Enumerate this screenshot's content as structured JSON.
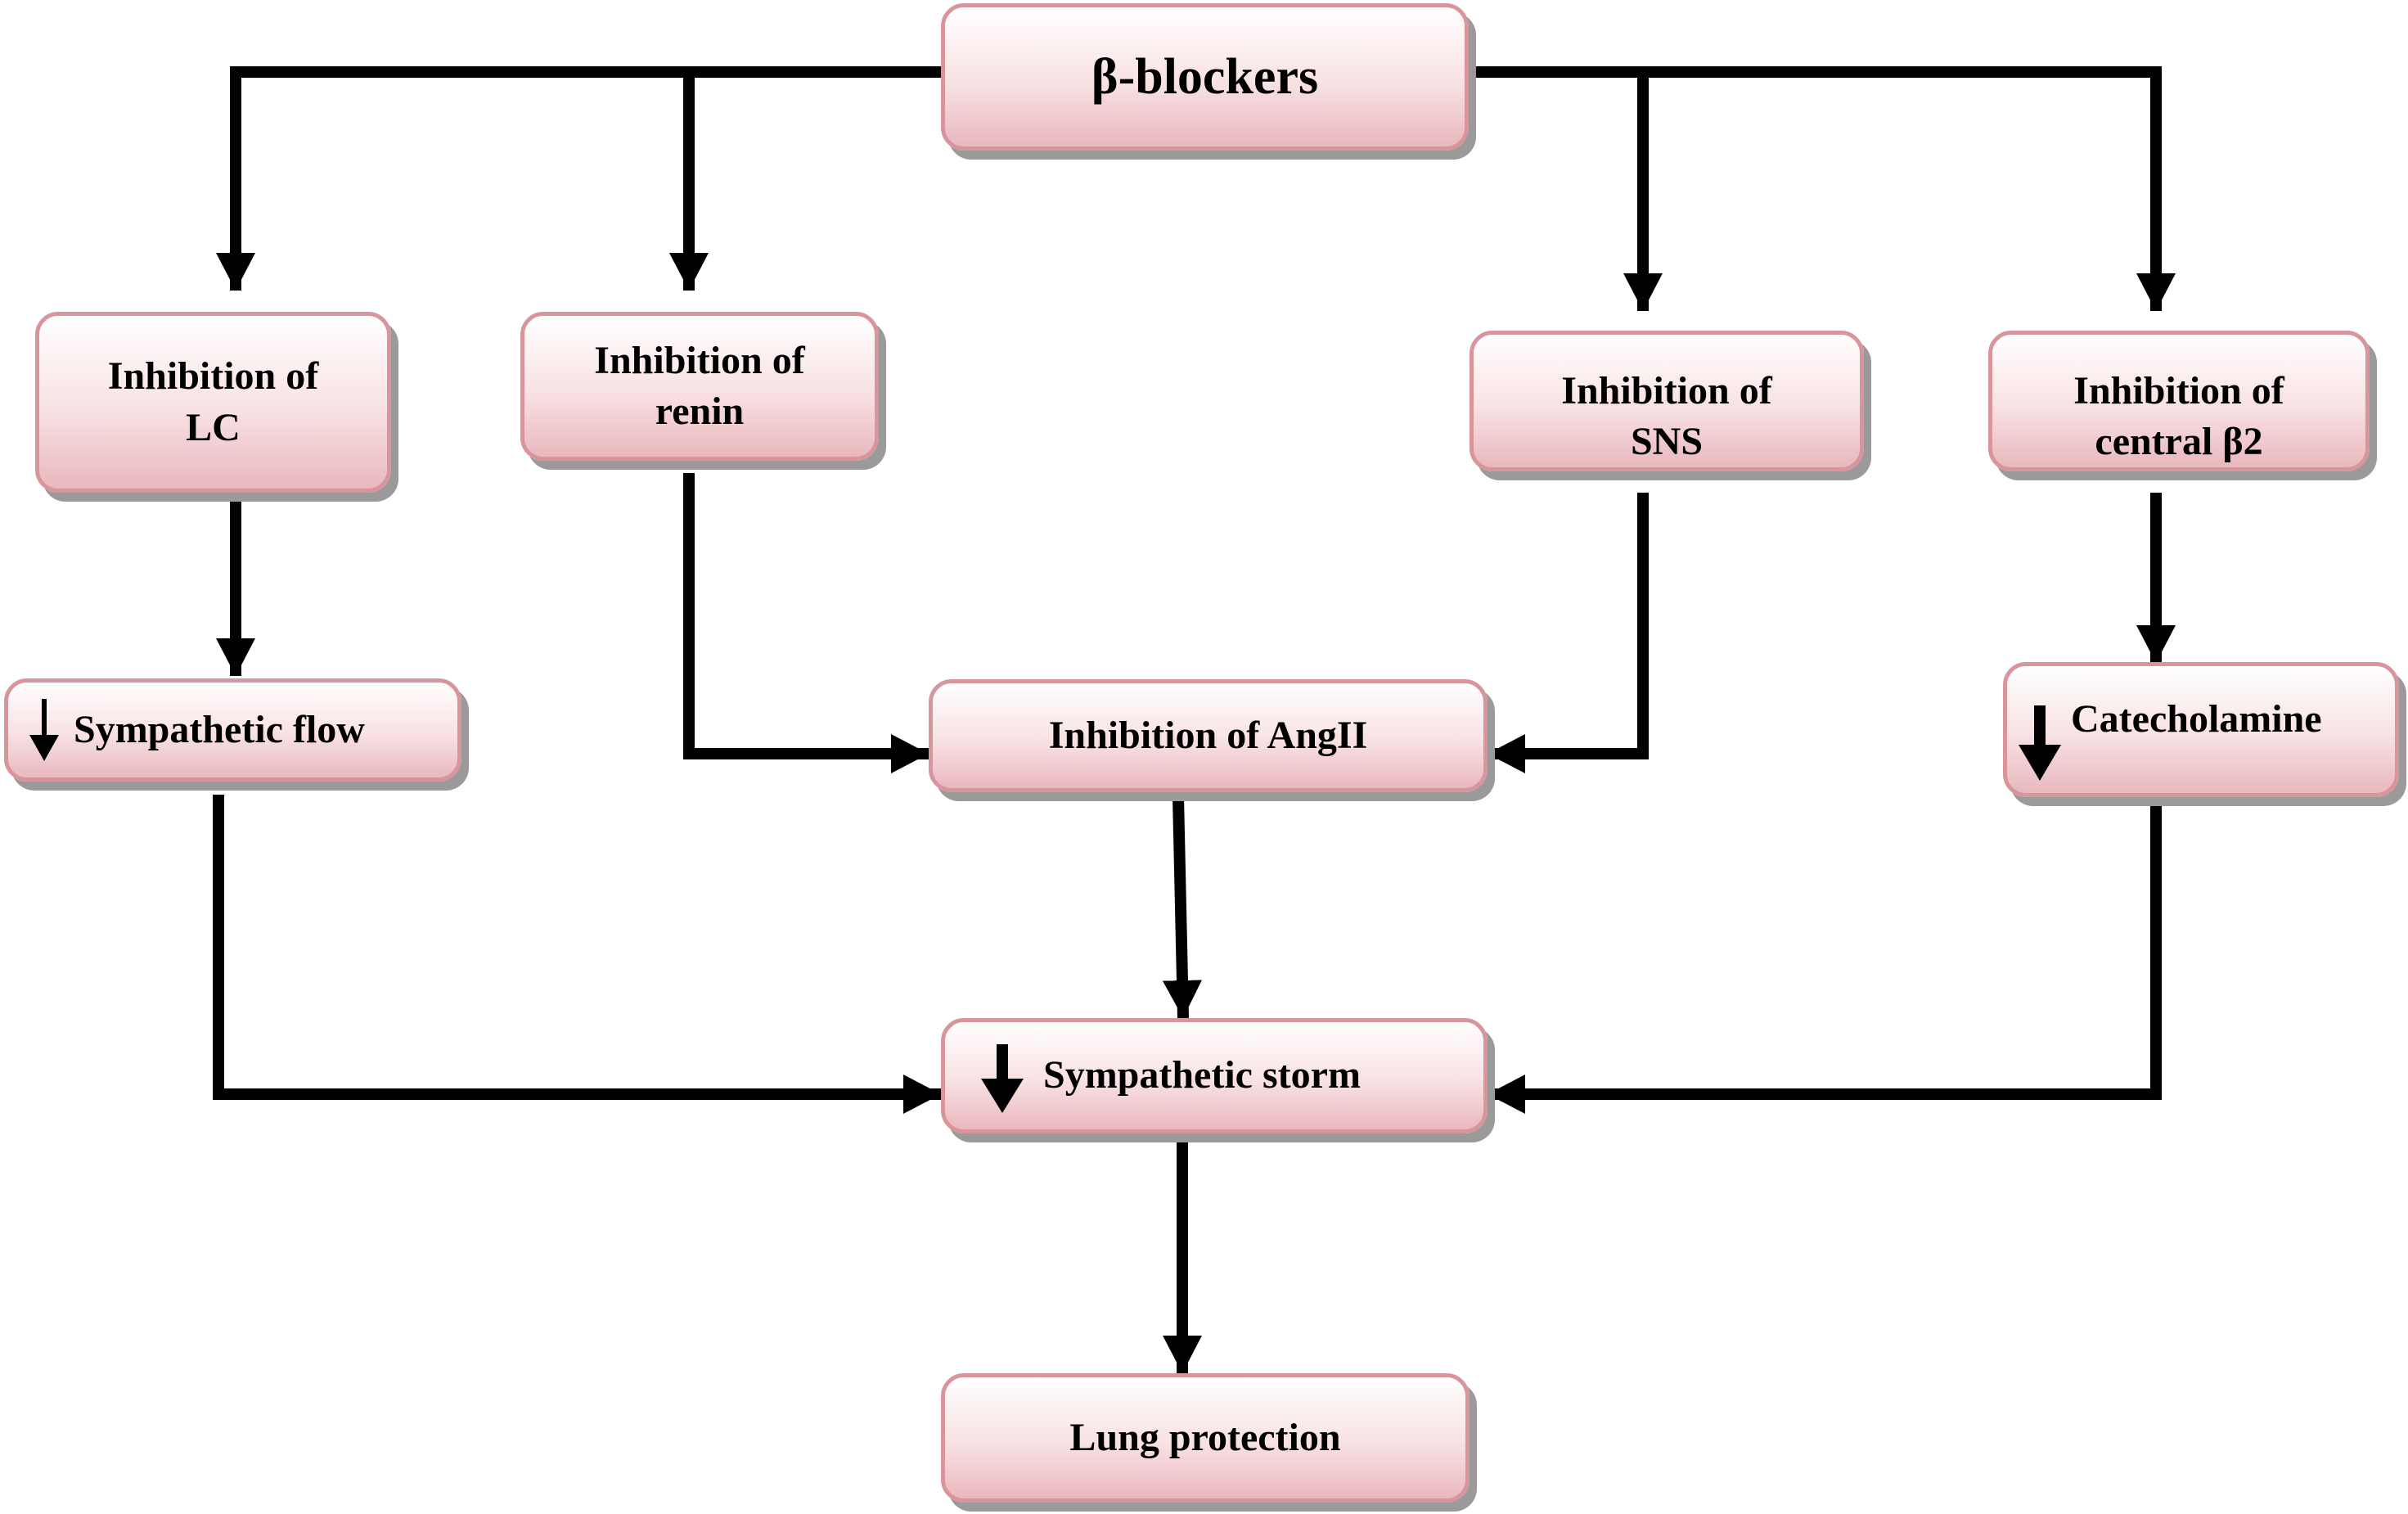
{
  "diagram": {
    "nodes": {
      "beta_blockers": "β-blockers",
      "inhibition_lc": "Inhibition of LC",
      "inhibition_renin": "Inhibition of renin",
      "inhibition_sns": "Inhibition of SNS",
      "inhibition_central_b2": "Inhibition of central β2",
      "sympathetic_flow": "Sympathetic flow",
      "inhibition_angii": "Inhibition of AngII",
      "catecholamine": "Catecholamine",
      "sympathetic_storm": "Sympathetic storm",
      "lung_protection": "Lung protection"
    },
    "colors": {
      "node_border": "#d9959c",
      "node_fill_top": "#ffffff",
      "node_fill_bottom": "#e9b8bd",
      "shadow": "#9a9a9a",
      "connector": "#000000"
    },
    "icons": {
      "decrease": "down-arrow-icon"
    }
  }
}
